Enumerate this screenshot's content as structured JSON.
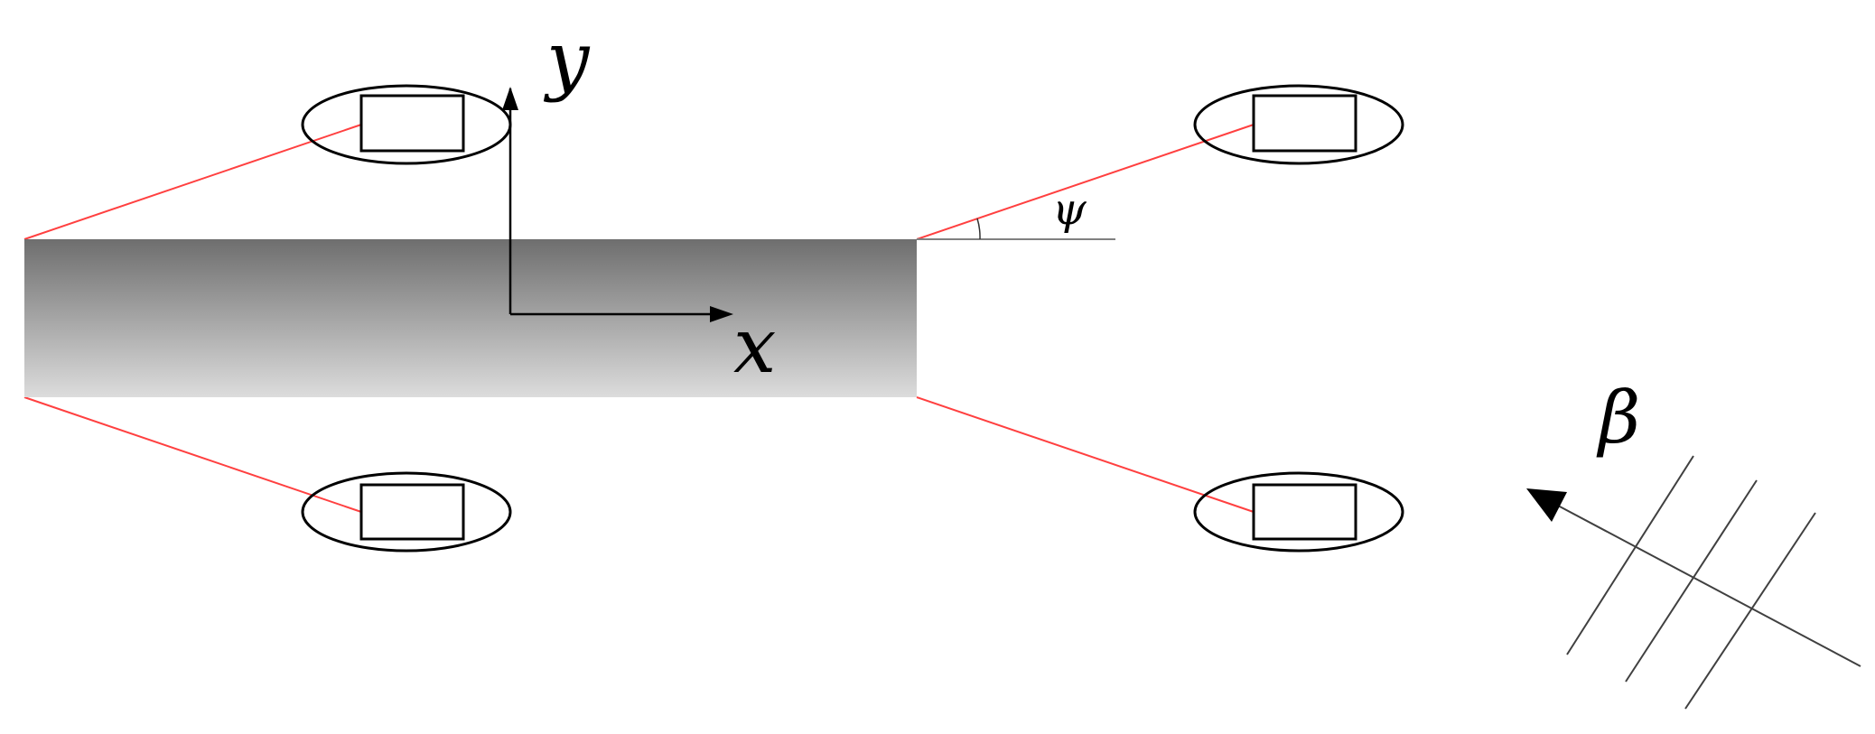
{
  "diagram": {
    "labels": {
      "x_axis": "x",
      "y_axis": "y",
      "angle": "ψ",
      "wave_direction": "β"
    },
    "colors": {
      "background": "#ffffff",
      "outline": "#000000",
      "mooring_line": "#ff3b30",
      "reference_line": "#808080",
      "wave_lines": "#404040",
      "body_gradient_top": "#6e6e6e",
      "body_gradient_bottom": "#dcdcdc"
    }
  }
}
